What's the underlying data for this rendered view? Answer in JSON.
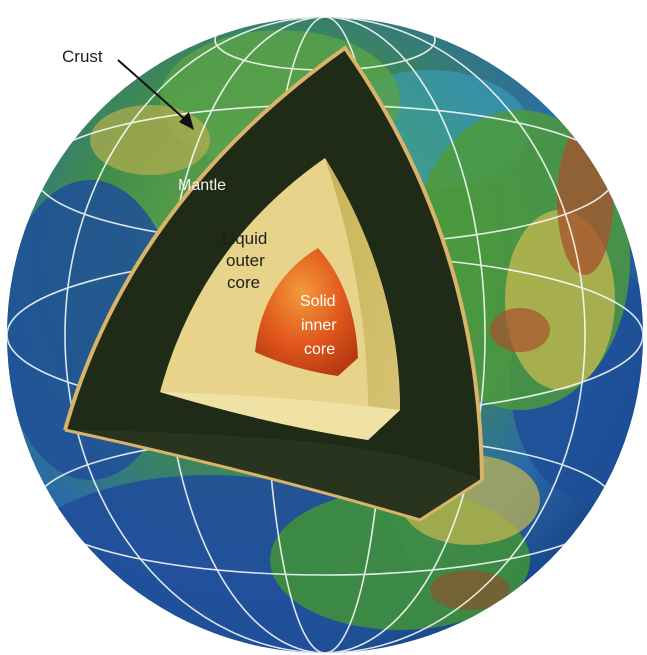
{
  "diagram": {
    "labels": {
      "crust": "Crust",
      "mantle": "Mantle",
      "outer_core_line1": "Liquid",
      "outer_core_line2": "outer",
      "outer_core_line3": "core",
      "inner_core_line1": "Solid",
      "inner_core_line2": "inner",
      "inner_core_line3": "core"
    },
    "colors": {
      "ocean_deep": "#1f4f9a",
      "ocean_shallow": "#3aa3c8",
      "land_green": "#4c9a3c",
      "land_yellow": "#c8b850",
      "land_red": "#a8502e",
      "mantle": "#1f2a17",
      "outer_core": "#e7d48a",
      "inner_core": "#e0561c",
      "crust_line": "#d9b36a",
      "grid_lines": "#ffffff"
    }
  }
}
